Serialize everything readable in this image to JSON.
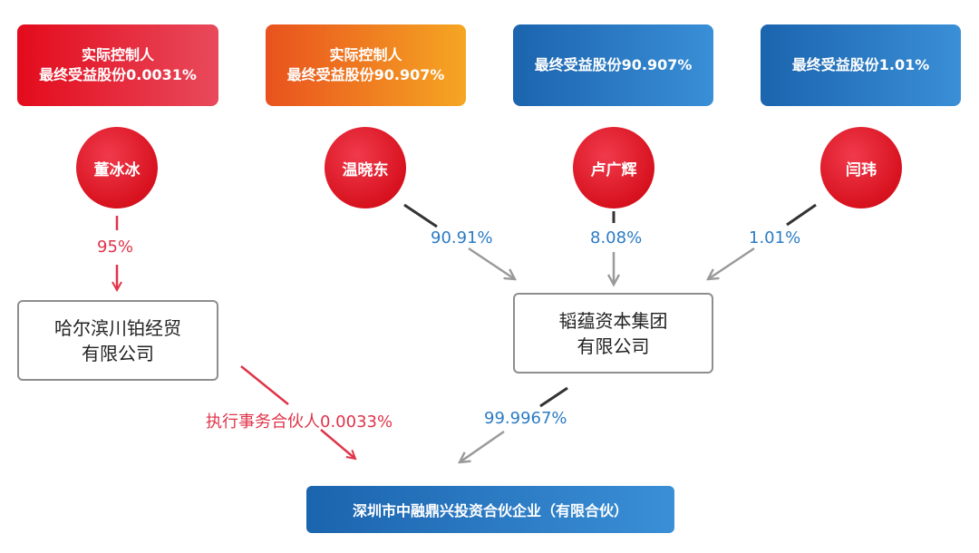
{
  "labels": [
    {
      "line1": "实际控制人",
      "line2": "最终受益股份0.0031%"
    },
    {
      "line1": "实际控制人",
      "line2": "最终受益股份90.907%"
    },
    {
      "line1": "最终受益股份90.907%"
    },
    {
      "line1": "最终受益股份1.01%"
    }
  ],
  "persons": [
    "董冰冰",
    "温晓东",
    "卢广辉",
    "闫玮"
  ],
  "companies": {
    "harbin": {
      "line1": "哈尔滨川铂经贸",
      "line2": "有限公司"
    },
    "taoyun": {
      "line1": "韬蕴资本集团",
      "line2": "有限公司"
    },
    "final": "深圳市中融鼎兴投资合伙企业（有限合伙）"
  },
  "percentages": {
    "dong_harbin": "95%",
    "wen_taoyun": "90.91%",
    "lu_taoyun": "8.08%",
    "yan_taoyun": "1.01%",
    "harbin_final": "执行事务合伙人0.0033%",
    "taoyun_final": "99.9967%"
  },
  "colors": {
    "red": "#e30b1c",
    "orange": "#f5a623",
    "blue": "#1b64ae",
    "arrow_red": "#e0344a",
    "arrow_gray": "#8e8e8e"
  }
}
